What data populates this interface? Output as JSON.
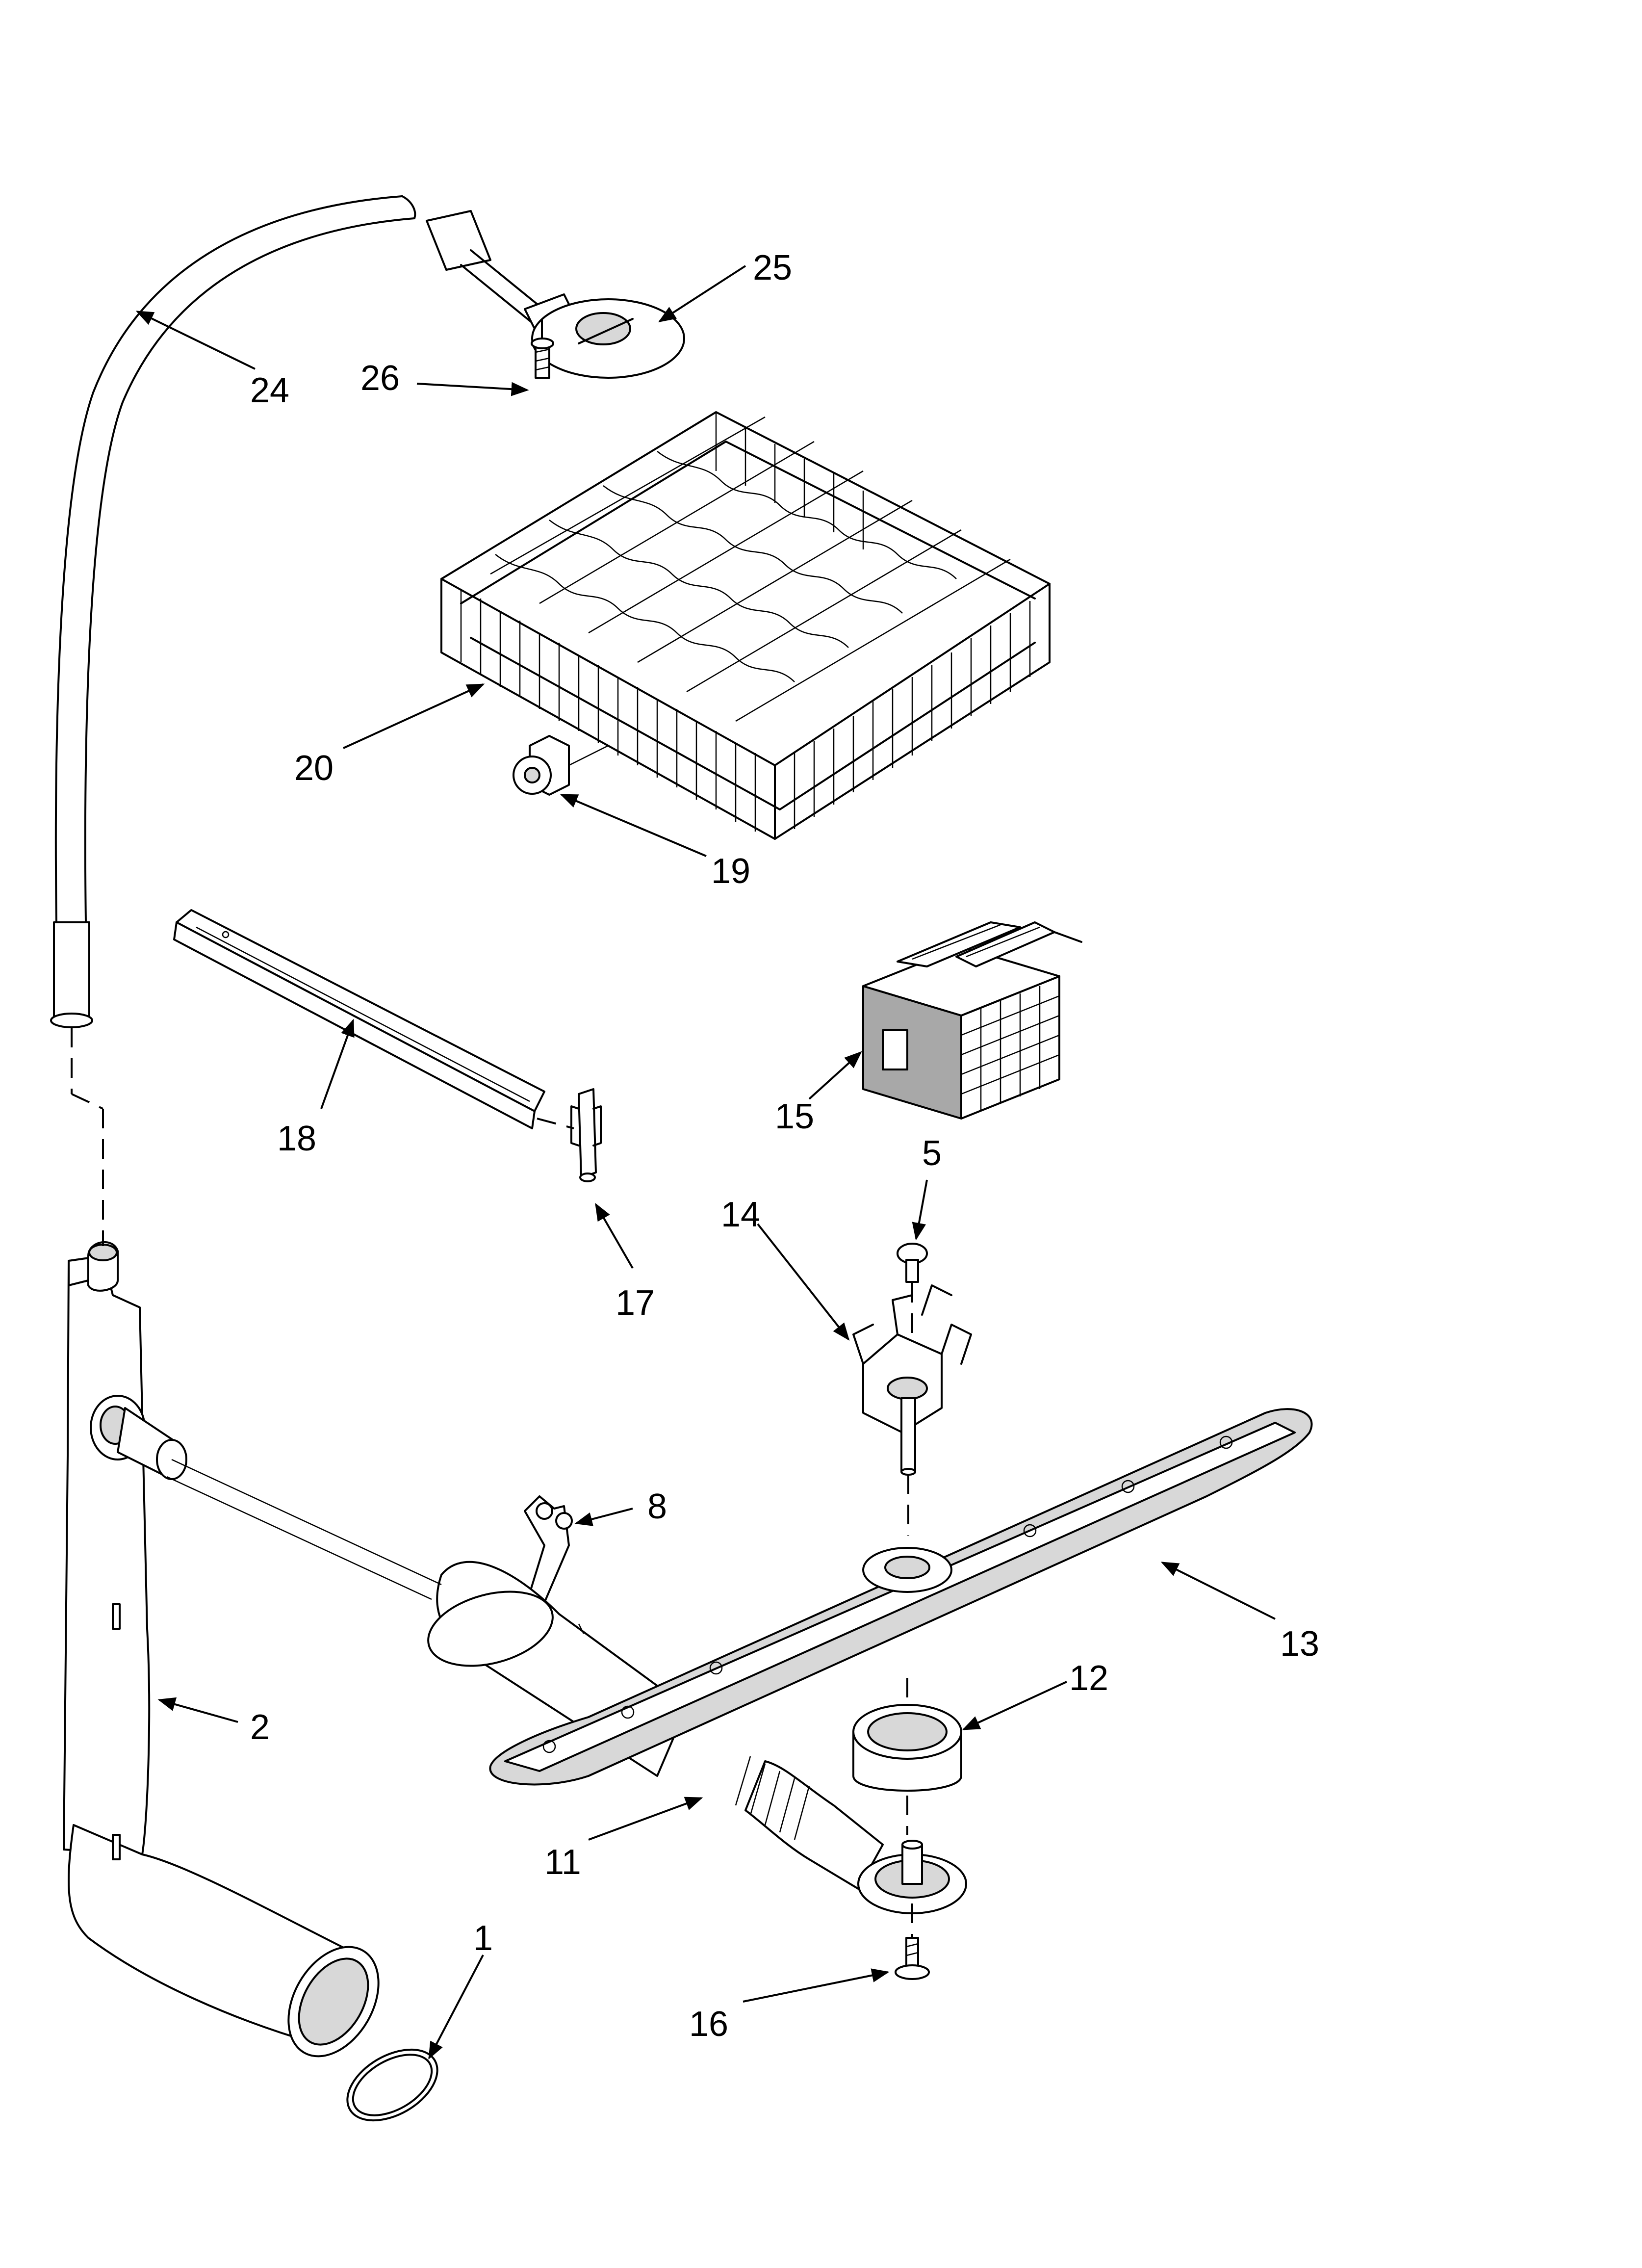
{
  "diagram": {
    "callouts": [
      {
        "id": "c1",
        "label": "1"
      },
      {
        "id": "c2",
        "label": "2"
      },
      {
        "id": "c5",
        "label": "5"
      },
      {
        "id": "c8",
        "label": "8"
      },
      {
        "id": "c11",
        "label": "11"
      },
      {
        "id": "c12",
        "label": "12"
      },
      {
        "id": "c13",
        "label": "13"
      },
      {
        "id": "c14",
        "label": "14"
      },
      {
        "id": "c15",
        "label": "15"
      },
      {
        "id": "c16",
        "label": "16"
      },
      {
        "id": "c17",
        "label": "17"
      },
      {
        "id": "c18",
        "label": "18"
      },
      {
        "id": "c19",
        "label": "19"
      },
      {
        "id": "c20",
        "label": "20"
      },
      {
        "id": "c24",
        "label": "24"
      },
      {
        "id": "c25",
        "label": "25"
      },
      {
        "id": "c26",
        "label": "26"
      }
    ]
  },
  "colors": {
    "line": "#000000",
    "background": "#ffffff",
    "shade": "#d8d8d8"
  }
}
